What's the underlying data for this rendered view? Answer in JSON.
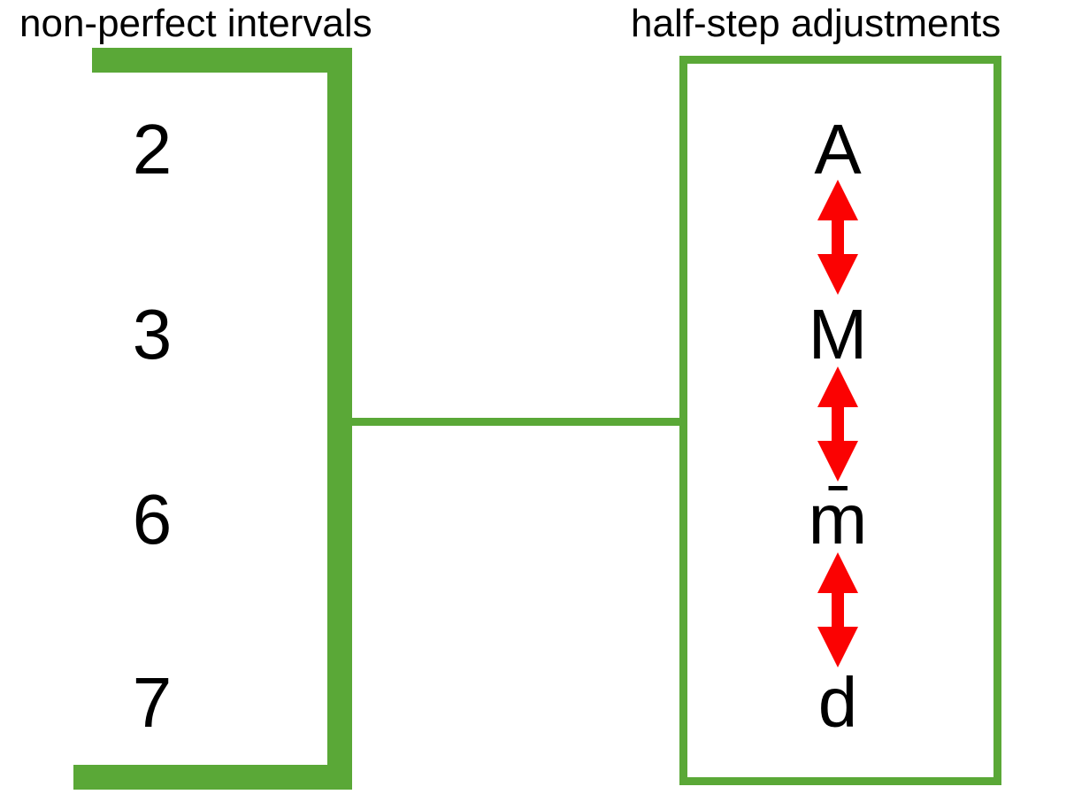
{
  "diagram": {
    "left": {
      "title": "non-perfect intervals",
      "intervals": [
        "2",
        "3",
        "6",
        "7"
      ]
    },
    "right": {
      "title": "half-step adjustments",
      "qualities": [
        "A",
        "M",
        "m̄",
        "d"
      ]
    },
    "icons": {
      "between_qualities": "up-down-arrow-icon"
    },
    "colors": {
      "bracket_green": "#5aa837",
      "arrow_red": "#fb0202",
      "text": "#000000",
      "background": "#ffffff"
    }
  }
}
